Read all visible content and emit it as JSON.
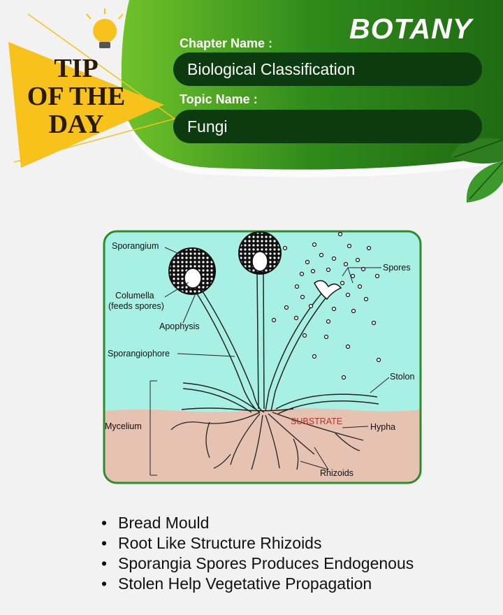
{
  "header": {
    "subject": "BOTANY",
    "tip_line1": "TIP",
    "tip_line2": "OF THE",
    "tip_line3": "DAY",
    "chapter_label": "Chapter Name :",
    "chapter_value": "Biological Classification",
    "topic_label": "Topic Name :",
    "topic_value": "Fungi"
  },
  "diagram": {
    "labels": {
      "sporangium": "Sporangium",
      "columella": "Columella",
      "columella_note": "(feeds spores)",
      "apophysis": "Apophysis",
      "sporangiophore": "Sporangiophore",
      "spores": "Spores",
      "stolon": "Stolon",
      "substrate": "SUBSTRATE",
      "mycelium": "Mycelium",
      "hypha": "Hypha",
      "rhizoids": "Rhizoids"
    },
    "colors": {
      "air": "#a8f0e4",
      "substrate": "#e6c2b3",
      "frame": "#2e8b2e",
      "substrate_text": "#b5332a"
    }
  },
  "points": [
    "Bread Mould",
    "Root Like Structure Rhizoids",
    "Sporangia Spores Produces Endogenous",
    "Stolen Help Vegetative Propagation"
  ],
  "colors": {
    "header_green": "#3f9a1e",
    "pill_dark": "#0d3b10",
    "triangle_yellow": "#f6c21b"
  }
}
